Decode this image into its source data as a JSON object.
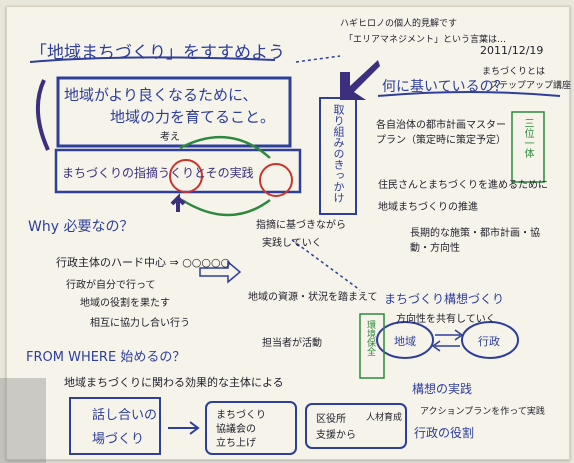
{
  "title": "「地域まちづくり」をすすめよう",
  "meta": {
    "line1": "ハギヒロノの個人的見解です",
    "line2": "「エリアマネジメント」という言葉は…",
    "date": "2011/12/19",
    "note1": "まちづくりとは",
    "note2": "ステップアップ講座"
  },
  "goal": {
    "line1": "地域がより良くなるために、",
    "line2": "地域の力を育てること。",
    "line3": "考え"
  },
  "practice": {
    "label": "まちづくりの指摘うくりとその実践"
  },
  "vertical_box": "取り組みのきっかけ",
  "vertical_box2": "三位一体",
  "what": {
    "heading": "何に基いているの？",
    "items": [
      "各自治体の都市計画マスタープラン（策定時に策定予定）",
      "住民さんとまちづくりを進めるために",
      "地域まちづくりの推進"
    ],
    "sub": "長期的な施策・都市計画・協動・方向性"
  },
  "why": {
    "heading": "Why 必要なの？",
    "items": [
      "行政主体のハード中心 ⇒ ○○○○○",
      "行政が自分で行って",
      "地域の役割を果たす",
      "相互に協力し合い行う"
    ],
    "middle": "地域の資源・状況を踏まえて",
    "middle2": "担当者が活動"
  },
  "from_where": {
    "heading": "FROM WHERE 始めるの？",
    "sub": "地域まちづくりに関わる効果的な主体による"
  },
  "flow": {
    "box1_line1": "話し合いの",
    "box1_line2": "場づくり",
    "box2_line1": "まちづくり",
    "box2_line2": "協議会の",
    "box2_line3": "立ち上げ",
    "box3_line1": "区役所",
    "box3_line2": "支援から",
    "box3_right": "人材育成"
  },
  "right_bottom": {
    "h1": "まちづくり構想づくり",
    "h1_sub": "方向性を共有していく",
    "circle_left": "地域",
    "circle_right": "行政",
    "h2": "構想の実践",
    "h2_sub": "アクションプランを作って実践",
    "h3": "行政の役割",
    "green_label": "環境保全"
  },
  "middle_notes": {
    "n1": "指摘に基づきながら",
    "n2": "実践していく"
  },
  "colors": {
    "blue_marker": "#2e3f9a",
    "red_marker": "#c9352d",
    "green_marker": "#2d8a3c",
    "purple_marker": "#3b2f7e",
    "paper": "#f6f3ea"
  }
}
